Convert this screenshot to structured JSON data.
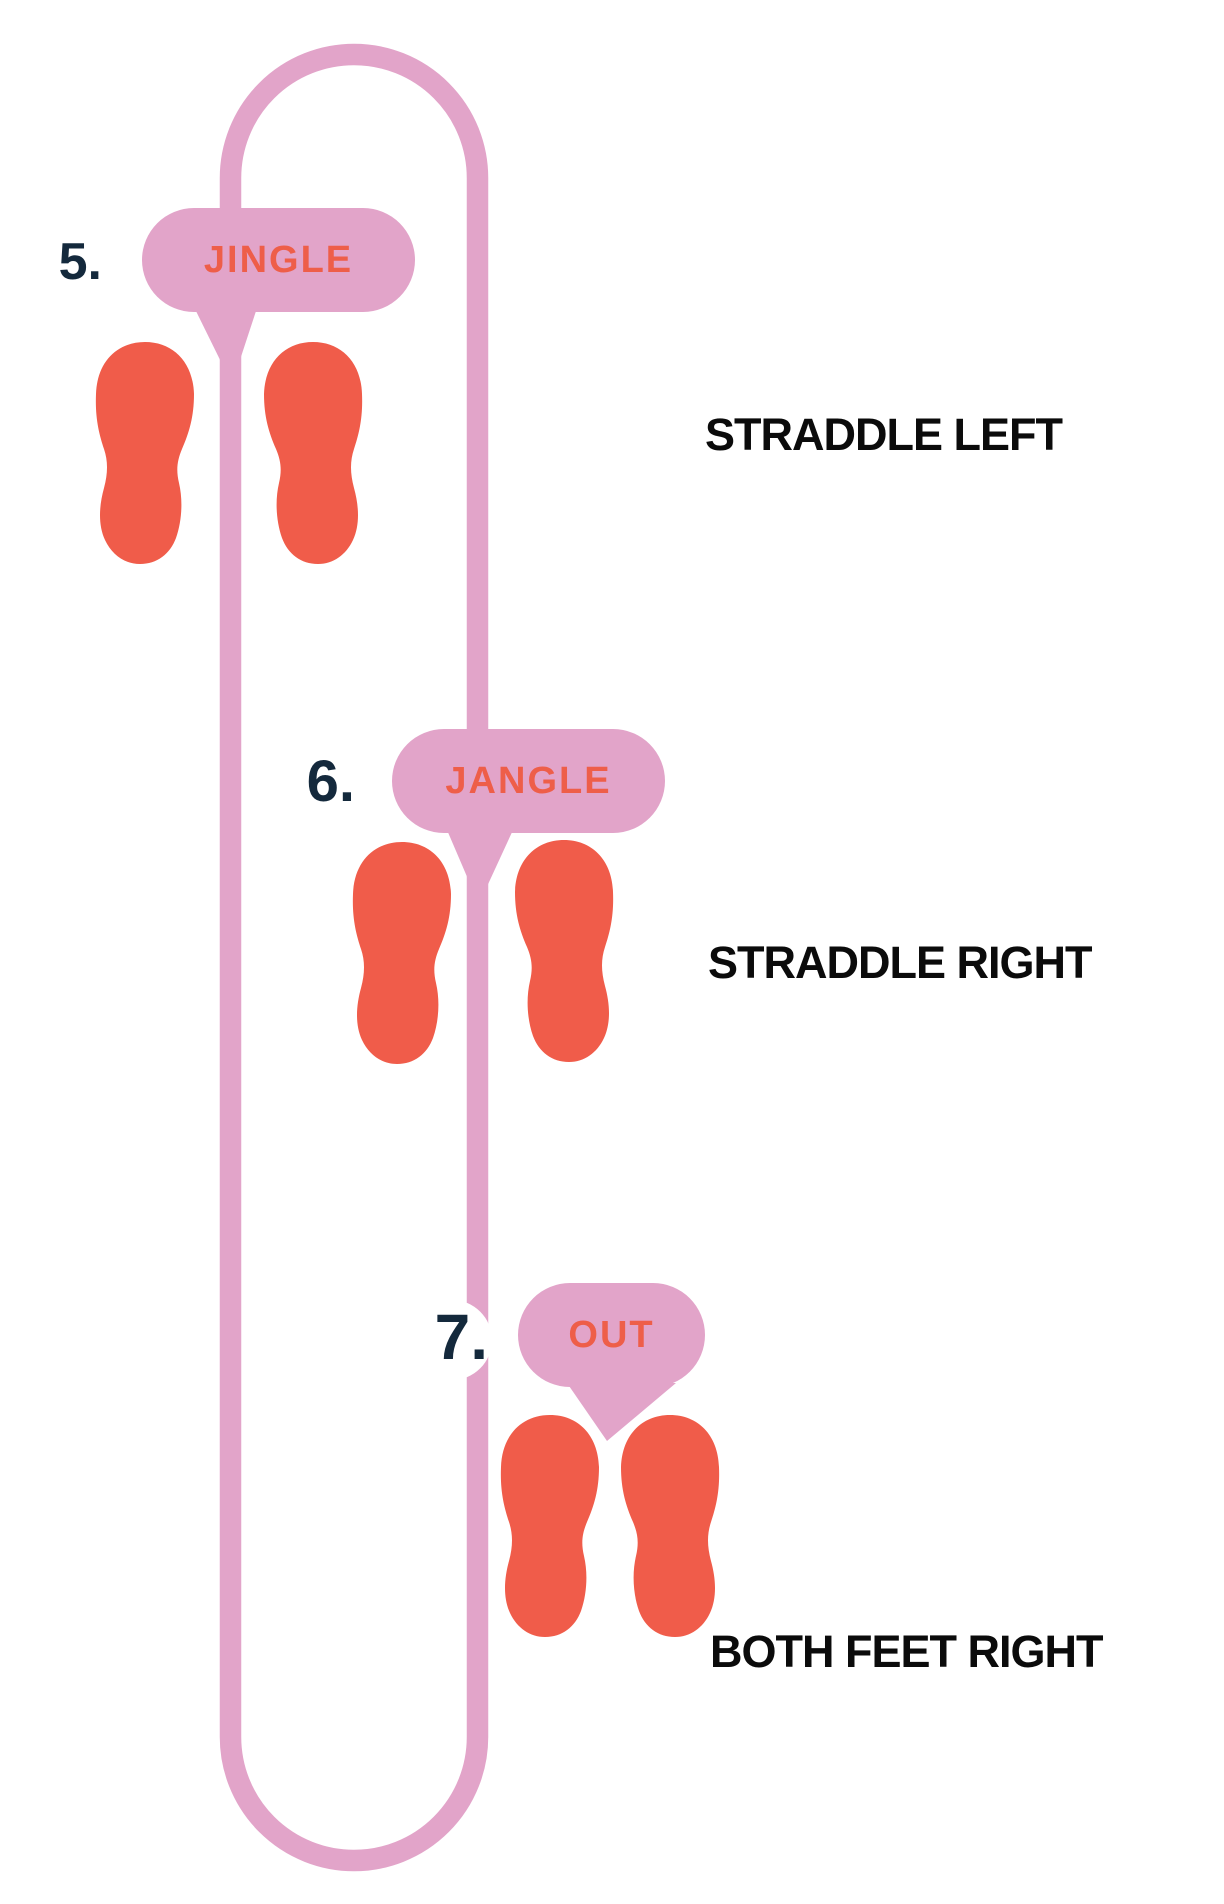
{
  "colors": {
    "path_pink": "#E2A4C9",
    "foot_red": "#F05C4A",
    "bubble_text_red": "#EE5E49",
    "number_navy": "#14293C",
    "label_black": "#0B0B0B",
    "background": "#FFFFFF"
  },
  "steps": [
    {
      "number": "5.",
      "bubble": "JINGLE",
      "label": "STRADDLE LEFT"
    },
    {
      "number": "6.",
      "bubble": "JANGLE",
      "label": "STRADDLE RIGHT"
    },
    {
      "number": "7.",
      "bubble": "OUT",
      "label": "BOTH FEET RIGHT"
    }
  ]
}
